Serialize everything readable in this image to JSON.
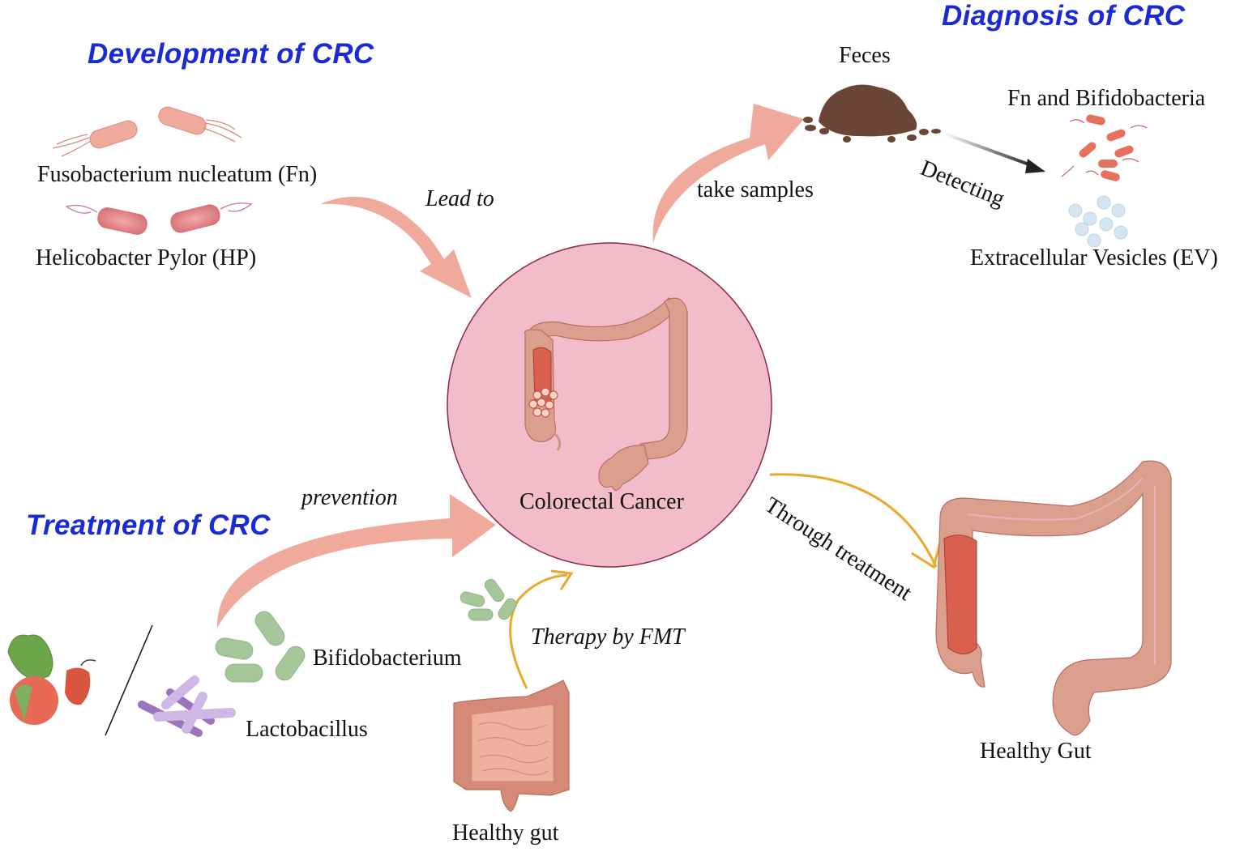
{
  "sections": {
    "development": {
      "title": "Development of CRC",
      "items": [
        {
          "label": "Fusobacterium nucleatum (Fn)"
        },
        {
          "label": "Helicobacter Pylor (HP)"
        }
      ],
      "arrow_label": "Lead to"
    },
    "diagnosis": {
      "title": "Diagnosis of CRC",
      "sample_label": "Feces",
      "arrow_label": "take samples",
      "detect_label": "Detecting",
      "targets": [
        {
          "label": "Fn and Bifidobacteria"
        },
        {
          "label": "Extracellular Vesicles (EV)"
        }
      ]
    },
    "center": {
      "label": "Colorectal Cancer"
    },
    "treatment": {
      "title": "Treatment of CRC",
      "arrow_label": "prevention",
      "probiotics": [
        {
          "label": "Bifidobacterium"
        },
        {
          "label": "Lactobacillus"
        }
      ],
      "fmt_label": "Therapy by FMT",
      "donor_label": "Healthy gut",
      "outcome_arrow_label": "Through treatment",
      "outcome_label": "Healthy Gut"
    }
  },
  "colors": {
    "heading": "#1a2bd6",
    "arrow_salmon": "#efaa9c",
    "arrow_gold": "#e9a92a",
    "center_fill": "#f3bccb",
    "center_stroke": "#8a2a45",
    "colon": "#d9907c",
    "tumor": "#d9604f",
    "bifido": "#a6c79a",
    "lacto": "#b99ad6",
    "feces": "#6b4636",
    "vesicle": "#d3e6f2"
  }
}
